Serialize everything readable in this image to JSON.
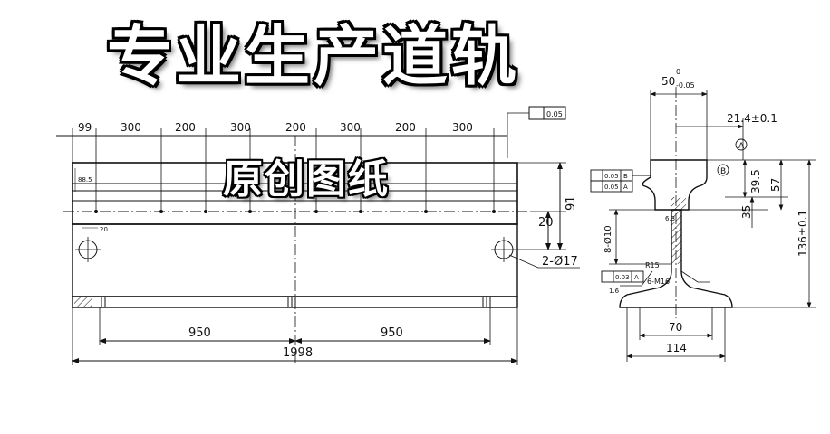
{
  "title": "专业生产道轨",
  "subtitle": "原创图纸",
  "colors": {
    "line": "#111111",
    "background": "#ffffff",
    "title_fill": "#ffffff",
    "title_outline": "#000000"
  },
  "side_view": {
    "top_dims": [
      "99",
      "300",
      "200",
      "300",
      "200",
      "300",
      "200",
      "300"
    ],
    "tolerance_frame": "0.05",
    "small_dim_left": "88.5",
    "small_dim_20": "20",
    "height_91": "91",
    "height_20": "20",
    "hole_note": "2-Ø17",
    "bottom_half_left": "950",
    "bottom_half_right": "950",
    "total_length": "1998"
  },
  "section_view": {
    "top_width_nominal": "50",
    "top_width_tol_upper": "0",
    "top_width_tol_lower": "-0.05",
    "offset_21_4": "21.4±0.1",
    "datum_a": "A",
    "datum_b": "B",
    "height_39_5": "39.5",
    "height_57": "57",
    "height_35": "35",
    "total_height": "136±0.1",
    "hole_note": "8-Ø10",
    "radius_r15": "R15",
    "thread_note": "6-M16",
    "frame_parallel_val": "0.05",
    "frame_parallel_ref": "B",
    "frame_perp_val": "0.05",
    "frame_perp_ref": "A",
    "frame_base_val": "0.03",
    "frame_base_ref": "A",
    "web_width": "70",
    "base_width": "114",
    "roughness_1": "6.3",
    "roughness_2": "1.6"
  }
}
